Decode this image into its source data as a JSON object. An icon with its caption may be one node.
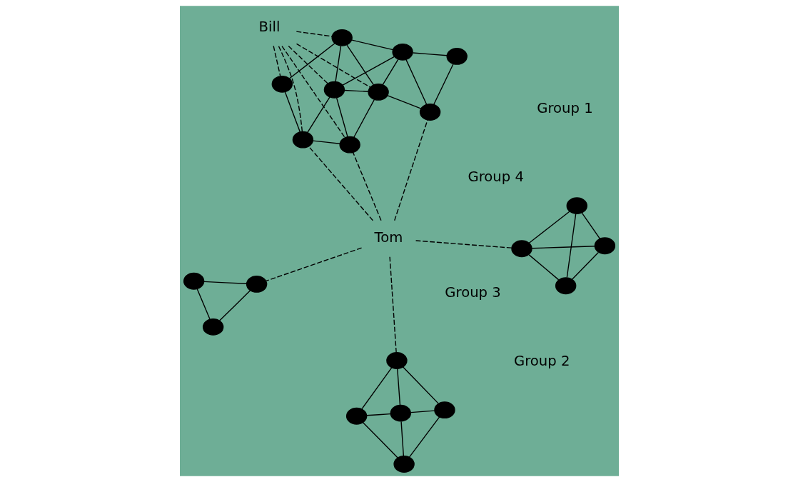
{
  "diagram": {
    "nodes": [
      {
        "text": [
          "Tom"
        ]
      },
      {
        "text": [
          "Bill"
        ]
      },
      {
        "text": [],
        "shape": "circle"
      },
      {
        "text": [],
        "shape": "circle"
      },
      {
        "text": [],
        "shape": "circle"
      },
      {
        "text": [],
        "shape": "circle"
      },
      {
        "text": [],
        "shape": "circle"
      },
      {
        "text": [],
        "shape": "circle"
      },
      {
        "text": [],
        "shape": "circle"
      },
      {
        "text": [],
        "shape": "circle"
      },
      {
        "text": [],
        "shape": "circle"
      },
      {
        "text": [],
        "shape": "circle"
      },
      {
        "text": [],
        "shape": "circle"
      },
      {
        "text": [],
        "shape": "circle"
      },
      {
        "text": [],
        "shape": "circle"
      },
      {
        "text": [],
        "shape": "circle"
      },
      {
        "text": [],
        "shape": "circle"
      },
      {
        "text": [],
        "shape": "circle"
      },
      {
        "text": [],
        "shape": "circle"
      },
      {
        "text": [],
        "shape": "circle"
      },
      {
        "text": [],
        "shape": "circle"
      },
      {
        "text": [],
        "shape": "circle"
      },
      {
        "text": [],
        "shape": "circle"
      }
    ],
    "edges": [
      {
        "from": 2,
        "to": 3,
        "arrow": "none"
      },
      {
        "from": 2,
        "to": 4,
        "arrow": "none"
      },
      {
        "from": 3,
        "to": 4,
        "arrow": "none"
      },
      {
        "from": 0,
        "to": 4,
        "arrow": "none",
        "style": "dashed"
      },
      {
        "from": 6,
        "to": 5,
        "arrow": "none"
      },
      {
        "from": 6,
        "to": 7,
        "arrow": "none"
      },
      {
        "from": 6,
        "to": 8,
        "arrow": "none"
      },
      {
        "from": 6,
        "to": 9,
        "arrow": "none"
      },
      {
        "from": 5,
        "to": 8,
        "arrow": "none"
      },
      {
        "from": 5,
        "to": 7,
        "arrow": "none"
      },
      {
        "from": 7,
        "to": 9,
        "arrow": "none"
      },
      {
        "from": 8,
        "to": 9,
        "arrow": "none"
      },
      {
        "from": 0,
        "to": 7,
        "arrow": "none",
        "style": "dashed"
      },
      {
        "from": 11,
        "to": 10,
        "arrow": "none"
      },
      {
        "from": 11,
        "to": 13,
        "arrow": "none"
      },
      {
        "from": 11,
        "to": 12,
        "arrow": "none"
      },
      {
        "from": 10,
        "to": 13,
        "arrow": "none"
      },
      {
        "from": 10,
        "to": 12,
        "arrow": "none"
      },
      {
        "from": 13,
        "to": 12,
        "arrow": "none"
      },
      {
        "from": 0,
        "to": 10,
        "arrow": "none",
        "style": "dashed"
      },
      {
        "from": 14,
        "to": 15,
        "arrow": "none"
      },
      {
        "from": 14,
        "to": 16,
        "arrow": "none"
      },
      {
        "from": 15,
        "to": 16,
        "arrow": "none"
      },
      {
        "from": 15,
        "to": 17,
        "arrow": "none"
      },
      {
        "from": 16,
        "to": 17,
        "arrow": "none"
      },
      {
        "from": 16,
        "to": 18,
        "arrow": "none"
      },
      {
        "from": 16,
        "to": 20,
        "arrow": "none"
      },
      {
        "from": 17,
        "to": 18,
        "arrow": "none"
      },
      {
        "from": 17,
        "to": 19,
        "arrow": "none"
      },
      {
        "from": 17,
        "to": 20,
        "arrow": "none"
      },
      {
        "from": 19,
        "to": 18,
        "arrow": "none"
      },
      {
        "from": 18,
        "to": 20,
        "arrow": "none"
      },
      {
        "from": 18,
        "to": 22,
        "arrow": "none"
      },
      {
        "from": 19,
        "to": 22,
        "arrow": "none"
      },
      {
        "from": 22,
        "to": 21,
        "arrow": "none"
      },
      {
        "from": 20,
        "to": 21,
        "arrow": "none"
      },
      {
        "from": 0,
        "to": 15,
        "arrow": "none",
        "style": "dashed"
      },
      {
        "from": 0,
        "to": 19,
        "arrow": "none",
        "style": "dashed"
      },
      {
        "from": 0,
        "to": 22,
        "arrow": "none",
        "style": "dashed"
      },
      {
        "from": 1,
        "to": 17,
        "arrow": "none",
        "style": "dashed"
      },
      {
        "from": 1,
        "to": 19,
        "arrow": "none",
        "style": "dashed"
      },
      {
        "from": 1,
        "to": 18,
        "arrow": "none",
        "style": "dashed"
      },
      {
        "from": 1,
        "to": 20,
        "arrow": "none",
        "style": "dashed"
      },
      {
        "from": 1,
        "to": 22,
        "arrow": "none",
        "style": "dashed"
      },
      {
        "from": 1,
        "to": 21,
        "arrow": "none",
        "style": "dashed"
      }
    ],
    "labels": [
      "Group 4",
      "Group 3",
      "Group 1",
      "Group 2"
    ]
  }
}
